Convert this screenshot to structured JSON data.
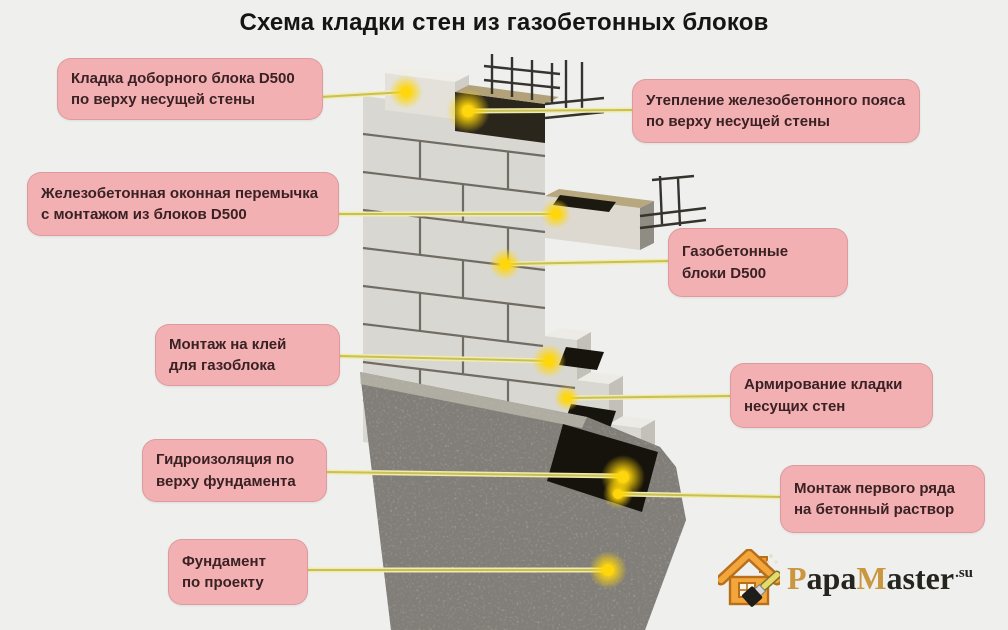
{
  "title": "Схема кладки стен из газобетонных блоков",
  "labels": {
    "left": [
      {
        "id": "dobor-block",
        "text": "Кладка доборного блока D500\nпо верху несущей стены"
      },
      {
        "id": "lintel",
        "text": "Железобетонная оконная перемычка\nс монтажом из блоков D500"
      },
      {
        "id": "glue",
        "text": "Монтаж на клей\nдля газоблока"
      },
      {
        "id": "waterproofing",
        "text": "Гидроизоляция по\nверху фундамента"
      },
      {
        "id": "foundation",
        "text": "Фундамент\nпо проекту"
      }
    ],
    "right": [
      {
        "id": "belt-insulation",
        "text": "Утепление железобетонного пояса\nпо верху несущей стены"
      },
      {
        "id": "gas-blocks",
        "text": "Газобетонные\nблоки D500"
      },
      {
        "id": "reinforcement",
        "text": "Армирование кладки\nнесущих стен"
      },
      {
        "id": "first-row",
        "text": "Монтаж первого ряда\nна бетонный раствор"
      }
    ]
  },
  "logo": {
    "icon": "house-paintbrush-icon",
    "gold1": "P",
    "dark1": "apa",
    "gold2": "M",
    "dark2": "aster",
    "suffix": ".su"
  },
  "colors": {
    "background": "#eff0ee",
    "label_bg": "#f2b0b2",
    "label_text": "#3a2123",
    "title_text": "#151515",
    "connector_line": "#c9bf55",
    "glow_dot": "#ffd60a",
    "block_face": "#d9d7d1",
    "foundation": "#9b988f",
    "logo_gold": "#c9973f",
    "logo_dark": "#26241f",
    "logo_house_orange": "#f3a63b"
  }
}
